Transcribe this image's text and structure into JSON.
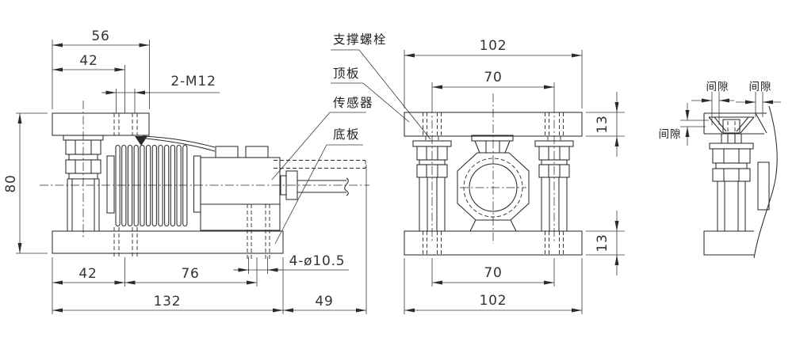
{
  "drawing_type": "weighing-module-installation-drawing",
  "colors": {
    "background": "#ffffff",
    "line": "#2a2a2a",
    "dim_text": "#333333"
  },
  "callouts": {
    "support_bolt": "支撑螺栓",
    "top_plate": "顶板",
    "sensor": "传感器",
    "bottom_plate": "底板"
  },
  "side_view": {
    "dims": {
      "top_plate_width": "56",
      "top_hole_offset": "42",
      "thread_spec": "2-M12",
      "overall_height": "80",
      "base_offset": "42",
      "base_span": "76",
      "base_length": "132",
      "cable_extension": "49",
      "base_hole_spec": "4-ø10.5"
    }
  },
  "front_view": {
    "dims": {
      "top_width": "102",
      "top_bolt_span": "70",
      "top_plate_thickness": "13",
      "bottom_plate_thickness": "13",
      "bottom_bolt_span": "70",
      "bottom_width": "102"
    }
  },
  "detail_view": {
    "gap_top_left": "间隙",
    "gap_top_right": "间隙",
    "gap_left": "间隙"
  }
}
